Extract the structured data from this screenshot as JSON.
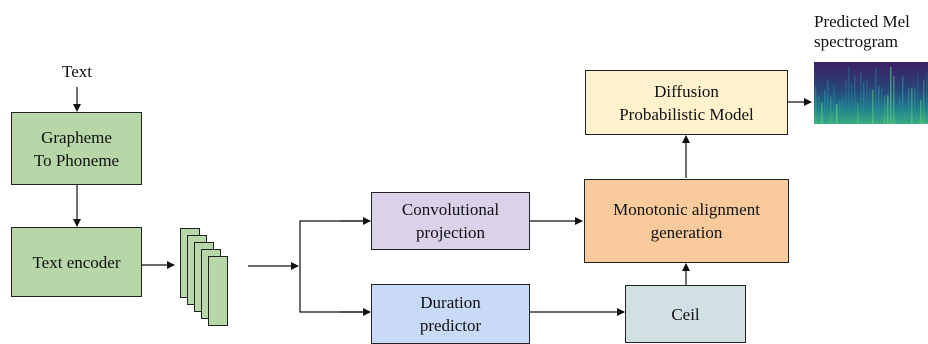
{
  "nodes": {
    "input_text": "Text",
    "g2p": "Grapheme\nTo Phoneme",
    "text_encoder": "Text encoder",
    "conv_projection": "Convolutional\nprojection",
    "duration_predictor": "Duration\npredictor",
    "monotonic_alignment": "Monotonic alignment\ngeneration",
    "ceil": "Ceil",
    "diffusion_model": "Diffusion\nProbabilistic Model",
    "output": "Predicted Mel\nspectrogram"
  },
  "colors": {
    "green": "#b7d7a8",
    "lavender": "#d9d2e9",
    "blue": "#c9daf8",
    "orange": "#f9cb9c",
    "grey_blue": "#d0e0e3",
    "cream": "#fff2cc"
  }
}
